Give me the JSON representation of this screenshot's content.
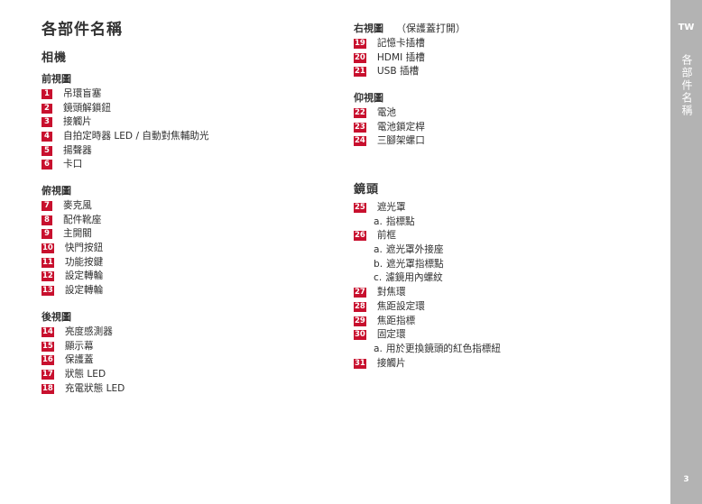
{
  "page_title": "各部件名稱",
  "camera": {
    "title": "相機",
    "front": {
      "title": "前視圖",
      "items": [
        {
          "num": "1",
          "text": "吊環盲塞"
        },
        {
          "num": "2",
          "text": "鏡頭解鎖鈕"
        },
        {
          "num": "3",
          "text": "接觸片"
        },
        {
          "num": "4",
          "text": "自拍定時器 LED / 自動對焦輔助光"
        },
        {
          "num": "5",
          "text": "揚聲器"
        },
        {
          "num": "6",
          "text": "卡口"
        }
      ]
    },
    "top": {
      "title": "俯視圖",
      "items": [
        {
          "num": "7",
          "text": "麥克風"
        },
        {
          "num": "8",
          "text": "配件靴座"
        },
        {
          "num": "9",
          "text": "主開關"
        },
        {
          "num": "10",
          "text": "快門按鈕"
        },
        {
          "num": "11",
          "text": "功能按鍵"
        },
        {
          "num": "12",
          "text": "設定轉輪"
        },
        {
          "num": "13",
          "text": "設定轉輪"
        }
      ]
    },
    "rear": {
      "title": "後視圖",
      "items": [
        {
          "num": "14",
          "text": "亮度感測器"
        },
        {
          "num": "15",
          "text": "顯示幕"
        },
        {
          "num": "16",
          "text": "保護蓋"
        },
        {
          "num": "17",
          "text": "狀態 LED"
        },
        {
          "num": "18",
          "text": "充電狀態 LED"
        }
      ]
    },
    "right": {
      "title": "右視圖",
      "note": "（保護蓋打開）",
      "items": [
        {
          "num": "19",
          "text": "記憶卡插槽"
        },
        {
          "num": "20",
          "text": "HDMI 插槽"
        },
        {
          "num": "21",
          "text": "USB 插槽"
        }
      ]
    },
    "bottom": {
      "title": "仰視圖",
      "items": [
        {
          "num": "22",
          "text": "電池"
        },
        {
          "num": "23",
          "text": "電池鎖定桿"
        },
        {
          "num": "24",
          "text": "三腳架螺口"
        }
      ]
    }
  },
  "lens": {
    "title": "鏡頭",
    "items": [
      {
        "num": "25",
        "text": "遮光罩"
      },
      {
        "letter": "a.",
        "text": "指標點"
      },
      {
        "num": "26",
        "text": "前框"
      },
      {
        "letter": "a.",
        "text": "遮光罩外接座"
      },
      {
        "letter": "b.",
        "text": "遮光罩指標點"
      },
      {
        "letter": "c.",
        "text": "濾鏡用內螺紋"
      },
      {
        "num": "27",
        "text": "對焦環"
      },
      {
        "num": "28",
        "text": "焦距設定環"
      },
      {
        "num": "29",
        "text": "焦距指標"
      },
      {
        "num": "30",
        "text": "固定環"
      },
      {
        "letter": "a.",
        "text": "用於更換鏡頭的紅色指標紐"
      },
      {
        "num": "31",
        "text": "接觸片"
      }
    ]
  },
  "sidebar": {
    "lang": "TW",
    "title": "各部件名稱",
    "page_number": "3"
  },
  "colors": {
    "accent": "#c8102e",
    "sidebar": "#b3b3b3"
  }
}
